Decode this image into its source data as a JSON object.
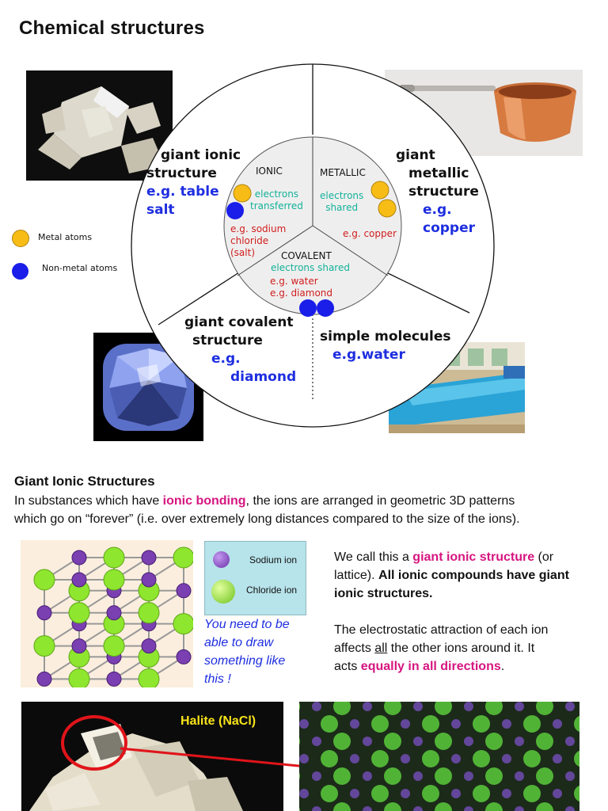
{
  "title": "Chemical structures",
  "wheel": {
    "segments": {
      "ionic": {
        "line1": "giant ionic",
        "line2": "structure",
        "example1": "e.g. table",
        "example2": "salt"
      },
      "metallic": {
        "line1": "giant",
        "line2": "metallic",
        "line3": "structure",
        "example1": "e.g.",
        "example2": "copper"
      },
      "covalent": {
        "line1": "giant covalent",
        "line2": "structure",
        "example1": "e.g.",
        "example2": "diamond"
      },
      "simple": {
        "line1": "simple molecules",
        "example1": "e.g.water"
      }
    },
    "inner": {
      "ionic": {
        "title": "IONIC",
        "desc1": "electrons",
        "desc2": "transferred",
        "ex1": "e.g. sodium",
        "ex2": "chloride",
        "ex3": "(salt)"
      },
      "metallic": {
        "title": "METALLIC",
        "desc1": "electrons",
        "desc2": "shared",
        "ex1": "e.g. copper"
      },
      "covalent": {
        "title": "COVALENT",
        "desc1": "electrons shared",
        "ex1": "e.g. water",
        "ex2": "e.g. diamond"
      }
    }
  },
  "legend": {
    "metal": "Metal atoms",
    "nonmetal": "Non-metal atoms"
  },
  "colors": {
    "metal": "#f7bd16",
    "nonmetal": "#1a1ee8",
    "sodium": "#7a3fb0",
    "chloride": "#8ee62e",
    "accent": "#d6157f",
    "example_blue": "#1e2ee0",
    "teal": "#12b39a",
    "red": "#d01e1e"
  },
  "section": {
    "heading": "Giant Ionic Structures",
    "intro_pre": "In substances which have ",
    "intro_em": "ionic bonding",
    "intro_post1": ", the ions are arranged in geometric 3D patterns",
    "intro_line2": "which go on “forever” (i.e. over extremely long distances compared to the size of the ions)."
  },
  "lattice_key": {
    "sodium": "Sodium ion",
    "chloride": "Chloride ion"
  },
  "note": {
    "line1": "You need to be",
    "line2": "able to draw",
    "line3": "something like",
    "line4": "this !"
  },
  "right_text": {
    "p1_pre": "We call this a ",
    "p1_em": "giant ionic structure",
    "p1_post": " (or",
    "p1_line2_pre": "lattice). ",
    "p1_line2_bold": "All ionic compounds have giant",
    "p1_line3_bold": "ionic structures.",
    "p2_line1": "The electrostatic attraction of each ion",
    "p2_line2_pre": "affects ",
    "p2_line2_u": "all",
    "p2_line2_post": " the other ions around it. It",
    "p2_line3_pre": "acts ",
    "p2_line3_em": "equally in all directions",
    "p2_line3_post": "."
  },
  "halite_label": "Halite (NaCl)"
}
